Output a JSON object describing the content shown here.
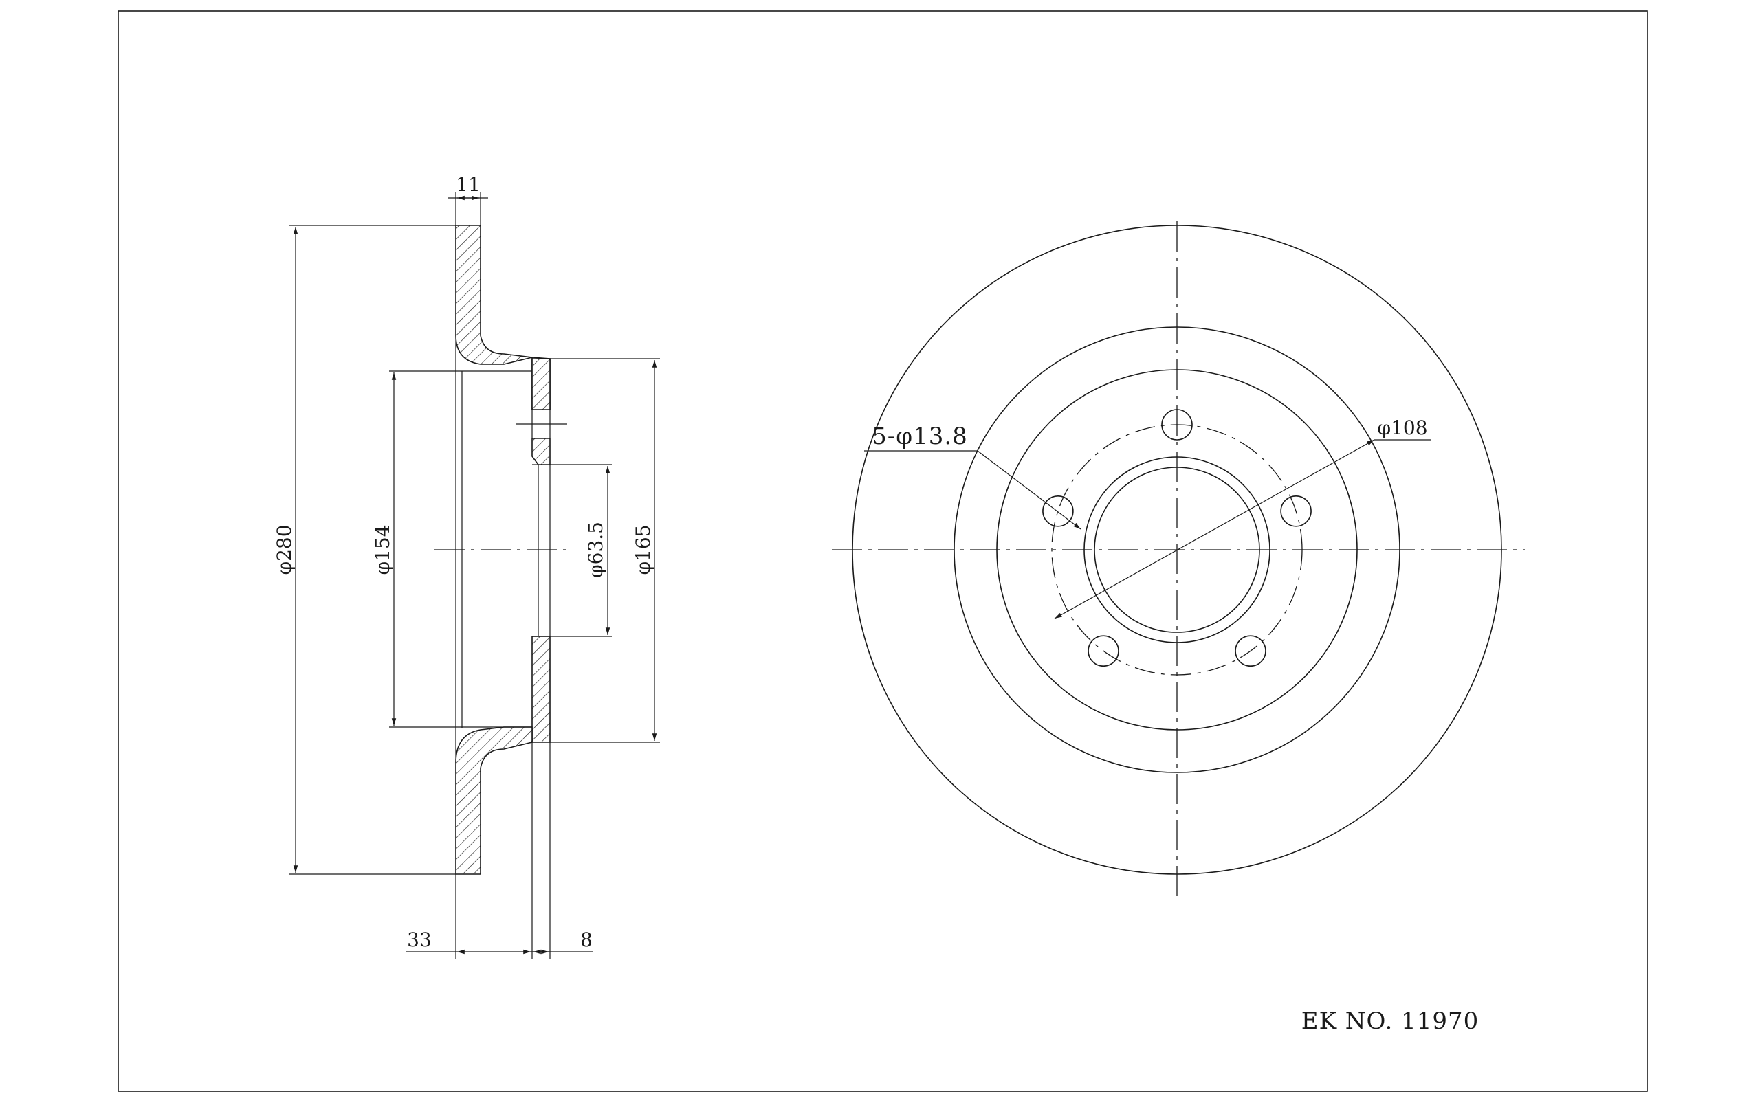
{
  "drawing": {
    "part_number_label": "EK NO. 11970",
    "side_view": {
      "dim_disc_thickness": "11",
      "dim_outer_diameter": "φ280",
      "dim_hat_inner_diameter": "φ154",
      "dim_center_bore": "φ63.5",
      "dim_hat_outer_diameter": "φ165",
      "dim_offset": "33",
      "dim_hub_thickness": "8"
    },
    "front_view": {
      "bolt_holes_callout": "5-φ13.8",
      "bolt_circle_callout": "φ108"
    }
  }
}
